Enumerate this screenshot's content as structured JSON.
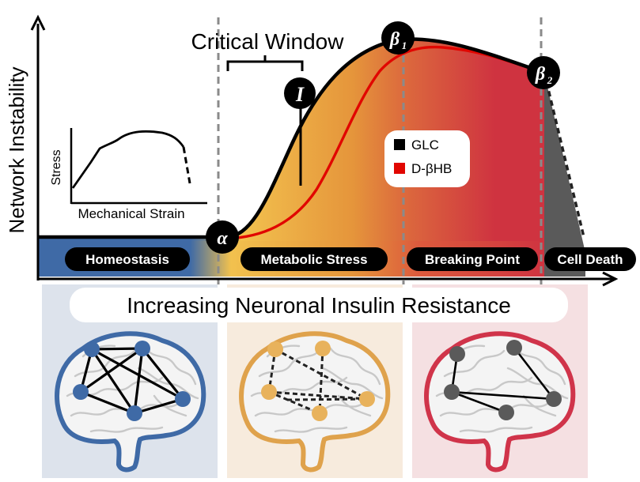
{
  "y_axis_label": "Network Instability",
  "critical_window_label": "Critical Window",
  "markers": {
    "alpha": {
      "letter": "α",
      "sub": ""
    },
    "insult": {
      "letter": "I",
      "sub": ""
    },
    "beta1": {
      "letter": "β",
      "sub": "1"
    },
    "beta2": {
      "letter": "β",
      "sub": "2"
    }
  },
  "phases": [
    "Homeostasis",
    "Metabolic Stress",
    "Breaking Point",
    "Cell Death"
  ],
  "legend": [
    {
      "label": "GLC",
      "color": "#000000"
    },
    {
      "label": "D-βHB",
      "color": "#e10600"
    }
  ],
  "inset": {
    "x_label": "Mechanical Strain",
    "y_label": "Stress"
  },
  "banner": "Increasing Neuronal Insulin Resistance",
  "colors": {
    "homeostasis_blue": "#3f6aa6",
    "stress_yellow": "#f2c14e",
    "stress_orange": "#e5953b",
    "breaking_red": "#cf3340",
    "death_gray": "#5a5a5a",
    "panel_blue": "#dde3ec",
    "panel_peach": "#f7ebdd",
    "panel_pink": "#f5e0e2",
    "brain_outline_blue": "#3f6aa6",
    "brain_outline_orange": "#dfa24c",
    "brain_outline_red": "#d0344a",
    "node_blue": "#3f6aa6",
    "node_orange": "#e8b25c",
    "node_gray": "#5a5a5a"
  }
}
